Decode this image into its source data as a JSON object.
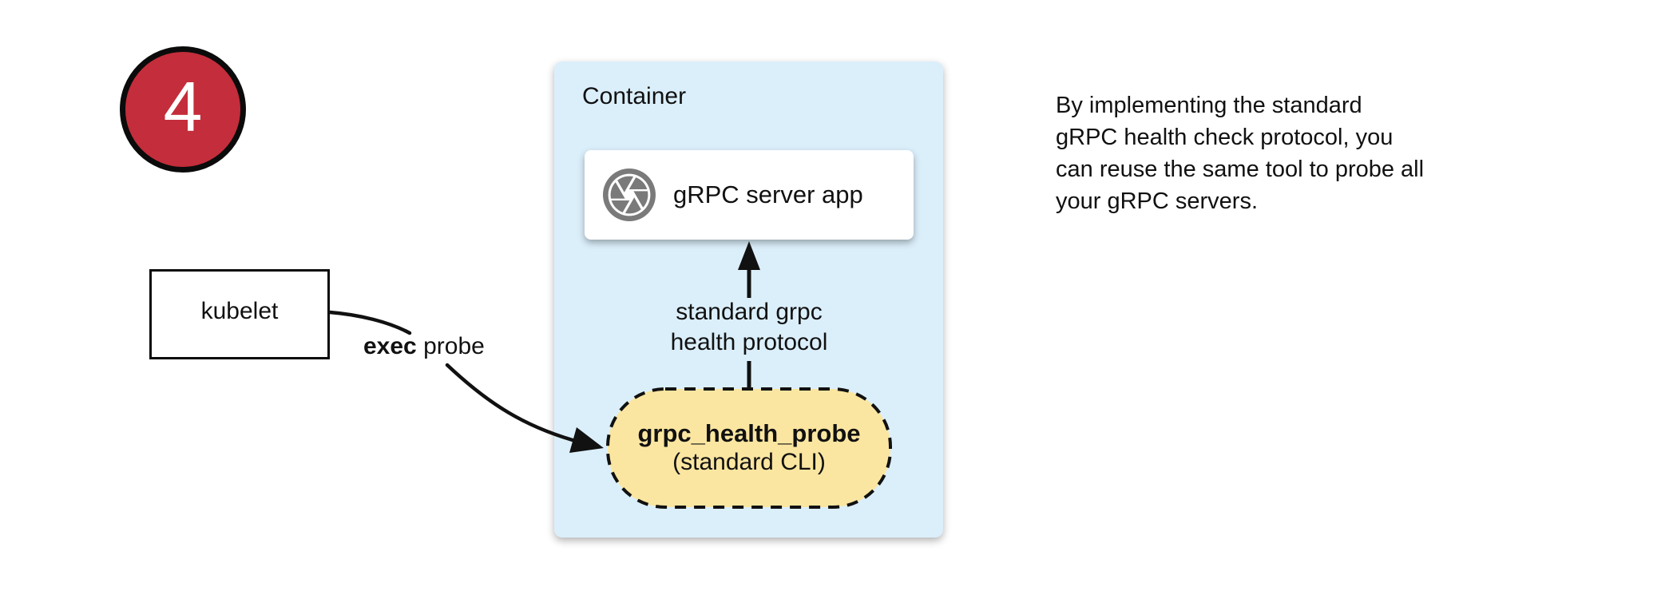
{
  "badge": {
    "number": "4",
    "bg_color": "#c42d3b"
  },
  "kubelet": {
    "label": "kubelet"
  },
  "container": {
    "title": "Container",
    "bg_color": "#dbeffb",
    "server_app": {
      "label": "gRPC server app",
      "icon": "aperture-shutter-icon",
      "icon_color": "#7a7a7a"
    },
    "probe_tool": {
      "name": "grpc_health_probe",
      "subtitle": "(standard CLI)",
      "bg_color": "#fbe6a1"
    }
  },
  "edges": {
    "exec_probe_label": {
      "bold": "exec",
      "rest": " probe"
    },
    "health_protocol_label": {
      "line1": "standard grpc",
      "line2": "health protocol"
    }
  },
  "note": {
    "lines": [
      "By implementing the standard",
      "gRPC health check protocol, you",
      "can reuse the same tool to probe all",
      "your gRPC servers."
    ]
  }
}
